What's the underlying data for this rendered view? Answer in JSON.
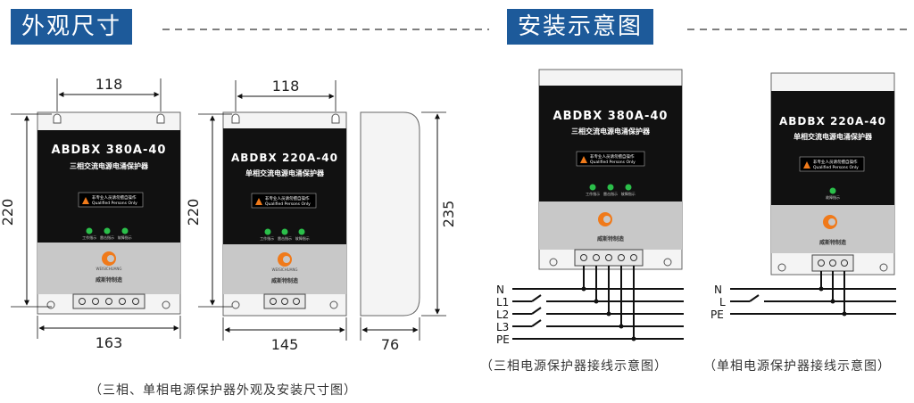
{
  "headers": {
    "dimensions": "外观尺寸",
    "installation": "安装示意图"
  },
  "dimensions": {
    "three_phase_width_top": "118",
    "three_phase_height": "220",
    "three_phase_width_bottom": "163",
    "single_phase_width_top": "118",
    "single_phase_height": "220",
    "single_phase_width_bottom": "145",
    "side_height": "235",
    "side_depth": "76"
  },
  "devices": {
    "three_phase": {
      "model": "ABDBX 380A-40",
      "subtitle": "三相交流电源电涌保护器",
      "warning_cn": "非专业人员请勿擅自操作",
      "warning_en": "Qualified Persons Only",
      "status_labels": "工作指示   雷击指示   故障指示",
      "brand_en": "WEISICHUANG",
      "brand": "威斯特制造"
    },
    "single_phase": {
      "model": "ABDBX 220A-40",
      "subtitle": "单相交流电源电涌保护器",
      "warning_cn": "非专业人员请勿擅自操作",
      "warning_en": "Qualified Persons Only",
      "status_labels": "工作指示   雷击指示   故障指示",
      "status_label_single": "故障指示",
      "brand_en": "WEISICHUANG",
      "brand": "威斯特制造"
    }
  },
  "wiring": {
    "three_phase_lines": [
      "N",
      "L1",
      "L2",
      "L3",
      "PE"
    ],
    "single_phase_lines": [
      "N",
      "L",
      "PE"
    ]
  },
  "captions": {
    "three_phase_wiring": "（三相电源保护器接线示意图）",
    "single_phase_wiring": "（单相电源保护器接线示意图）",
    "dimensions": "（三相、单相电源保护器外观及安装尺寸图）"
  },
  "colors": {
    "header_bg": "#1d5a9a",
    "panel_black": "#111111",
    "panel_grey": "#c8c8c8",
    "led_green": "#2bbf4a",
    "warning_orange": "#f07a1a"
  }
}
